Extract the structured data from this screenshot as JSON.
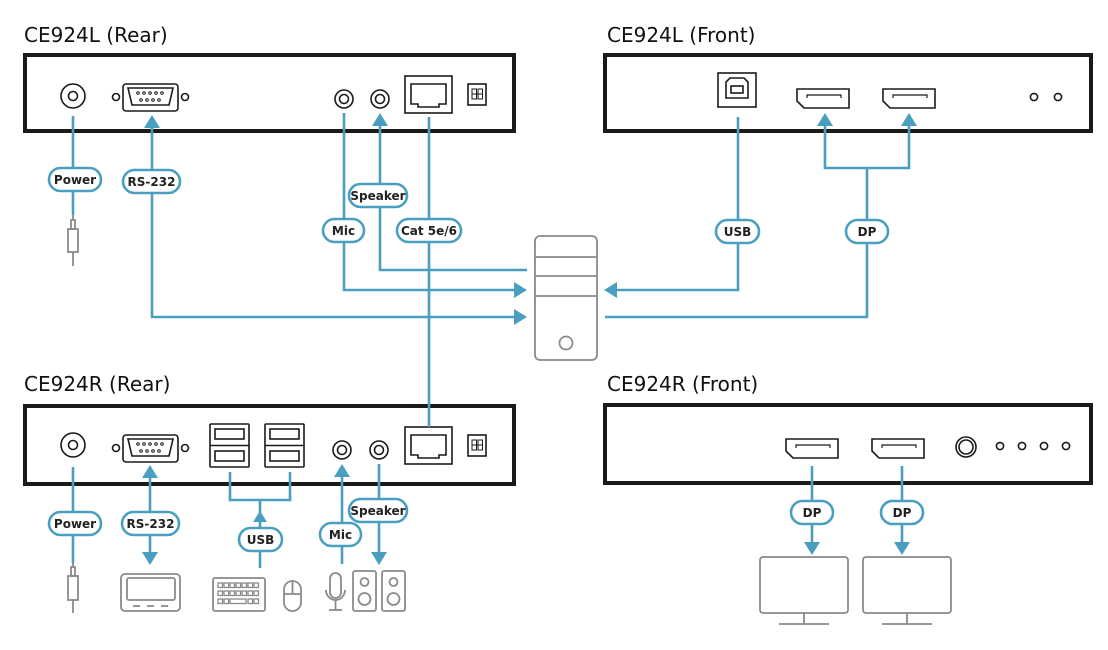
{
  "panels": {
    "l_rear": {
      "title": "CE924L (Rear)"
    },
    "l_front": {
      "title": "CE924L (Front)"
    },
    "r_rear": {
      "title": "CE924R (Rear)"
    },
    "r_front": {
      "title": "CE924R (Front)"
    }
  },
  "labels": {
    "l_power": "Power",
    "l_rs232": "RS-232",
    "l_speaker": "Speaker",
    "l_mic": "Mic",
    "l_cat": "Cat 5e/6",
    "l_usb": "USB",
    "l_dp": "DP",
    "r_power": "Power",
    "r_rs232": "RS-232",
    "r_usb": "USB",
    "r_mic": "Mic",
    "r_speaker": "Speaker",
    "r_dp1": "DP",
    "r_dp2": "DP"
  },
  "colors": {
    "cable": "#4a9ec0",
    "device_outline": "#8a8a8a",
    "panel_outline": "#1a1a1a"
  }
}
